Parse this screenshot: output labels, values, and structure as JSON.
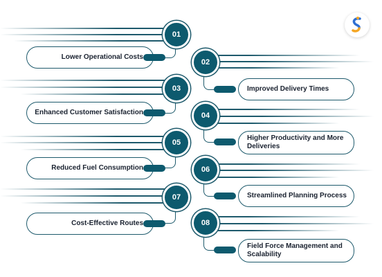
{
  "steps": [
    {
      "number": "01",
      "label": "Lower Operational Costs"
    },
    {
      "number": "02",
      "label": "Improved Delivery Times"
    },
    {
      "number": "03",
      "label": "Enhanced Customer Satisfaction"
    },
    {
      "number": "04",
      "label": "Higher Productivity and More Deliveries"
    },
    {
      "number": "05",
      "label": "Reduced Fuel Consumption"
    },
    {
      "number": "06",
      "label": "Streamlined Planning Process"
    },
    {
      "number": "07",
      "label": "Cost-Effective Routes"
    },
    {
      "number": "08",
      "label": "Field Force Management and Scalability"
    }
  ],
  "colors": {
    "accent": "#0d5a6e",
    "line": "#1e5a6c",
    "text": "#1a2230",
    "logo_blue": "#2f6fd1",
    "logo_orange": "#f5a623"
  },
  "logo": {
    "icon": "brand-s-logo-icon"
  }
}
